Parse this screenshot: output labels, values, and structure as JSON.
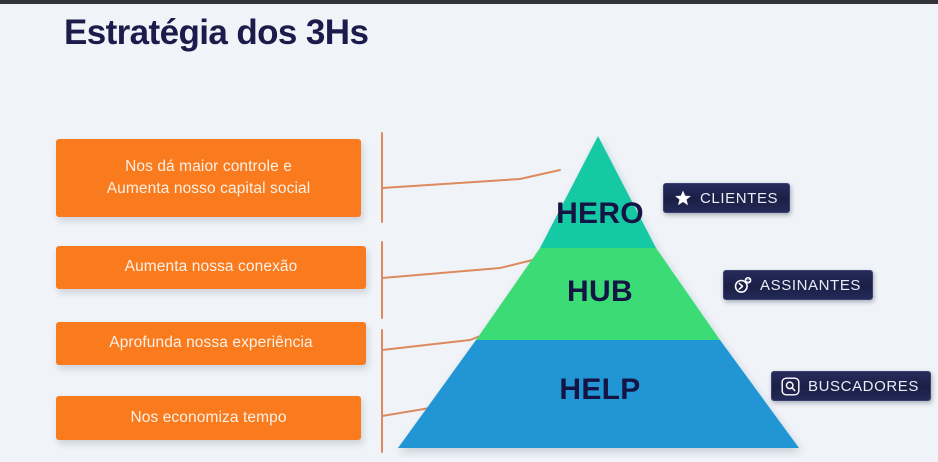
{
  "slide": {
    "title": "Estratégia dos 3Hs",
    "background_color": "#f0f4f8",
    "title_color": "#1d1b4b"
  },
  "benefits": {
    "box_color": "#f97b1e",
    "text_color": "#fdf0e6",
    "items": [
      {
        "line1": "Nos dá maior controle e",
        "line2": "Aumenta nosso capital social"
      },
      {
        "line1": "Aumenta nossa conexão",
        "line2": ""
      },
      {
        "line1": "Aprofunda nossa experiência",
        "line2": ""
      },
      {
        "line1": "Nos economiza tempo",
        "line2": ""
      }
    ]
  },
  "pyramid": {
    "tiers": [
      {
        "label": "HERO",
        "color": "#12c9a5"
      },
      {
        "label": "HUB",
        "color": "#3bdc74"
      },
      {
        "label": "HELP",
        "color": "#2196d4"
      }
    ],
    "label_color": "#141544"
  },
  "badges": [
    {
      "label": "CLIENTES",
      "icon": "star-icon"
    },
    {
      "label": "ASSINANTES",
      "icon": "add-subscriber-icon"
    },
    {
      "label": "BUSCADORES",
      "icon": "search-icon"
    }
  ],
  "connector_color": "#dd8a5e"
}
